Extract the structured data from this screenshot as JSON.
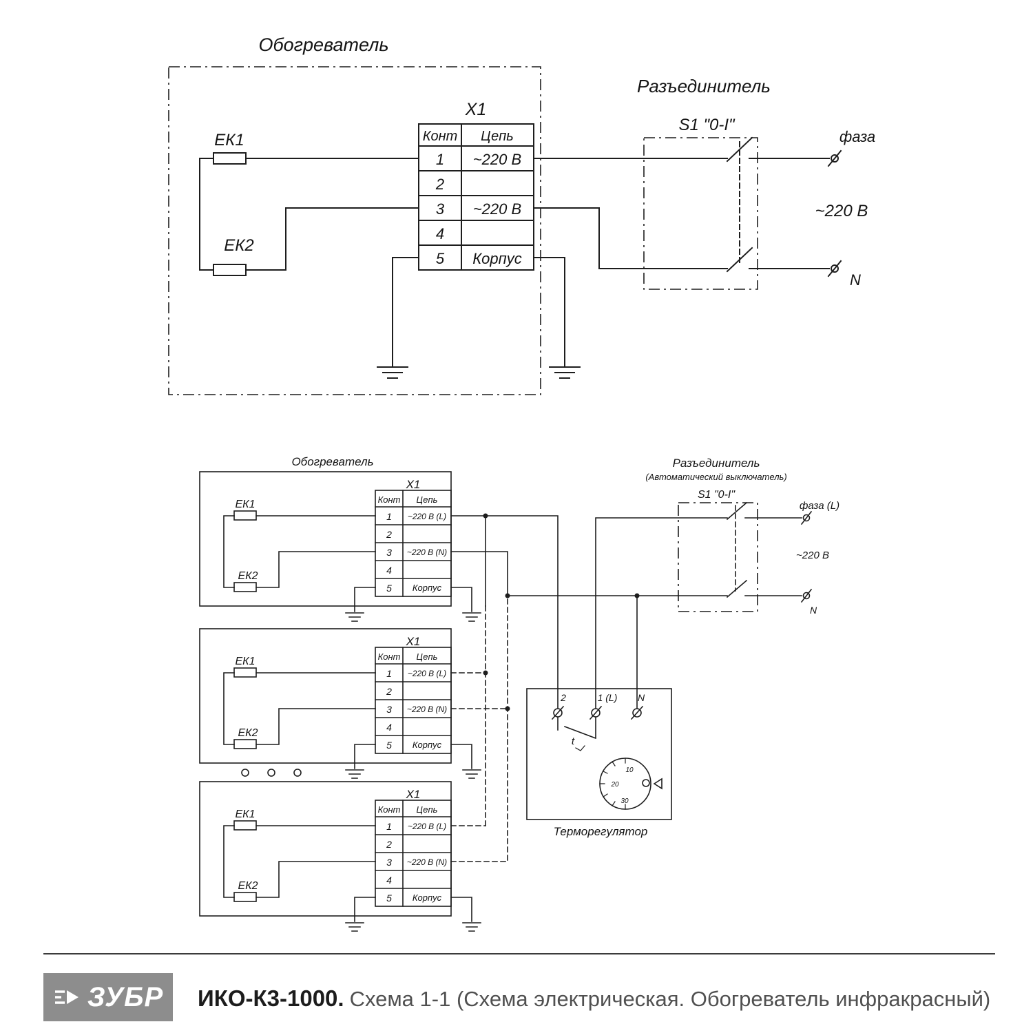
{
  "top": {
    "heater_title": "Обогреватель",
    "ek1_label": "ЕК1",
    "ek2_label": "ЕК2",
    "connector_label": "X1",
    "table": {
      "col_contact": "Конт",
      "col_circuit": "Цепь",
      "rows": [
        [
          "1",
          "~220 В"
        ],
        [
          "2",
          ""
        ],
        [
          "3",
          "~220 В"
        ],
        [
          "4",
          ""
        ],
        [
          "5",
          "Корпус"
        ]
      ]
    },
    "disconnector_title": "Разъединитель",
    "switch_label": "S1 \"0-I\"",
    "phase_label": "фаза",
    "voltage_label": "~220 В",
    "neutral_label": "N"
  },
  "bottom": {
    "heater_title": "Обогреватель",
    "ek1_label": "ЕК1",
    "ek2_label": "ЕК2",
    "connector_label": "X1",
    "table": {
      "col_contact": "Конт",
      "col_circuit": "Цепь",
      "rows": [
        [
          "1",
          "~220 В (L)"
        ],
        [
          "2",
          ""
        ],
        [
          "3",
          "~220 В (N)"
        ],
        [
          "4",
          ""
        ],
        [
          "5",
          "Корпус"
        ]
      ]
    },
    "disconnector_title": "Разъединитель",
    "disconnector_subtitle": "(Автоматический выключатель)",
    "switch_label": "S1 \"0-I\"",
    "phase_label": "фаза (L)",
    "voltage_label": "~220 В",
    "neutral_label": "N",
    "thermostat": {
      "title": "Терморегулятор",
      "terminal_2": "2",
      "terminal_1": "1 (L)",
      "terminal_n": "N",
      "contact_label": "t",
      "dial_marks": [
        "10",
        "20",
        "30"
      ]
    }
  },
  "footer": {
    "brand": "ЗУБР",
    "model": "ИКО-К3-1000.",
    "title": "Схема 1-1 (Схема электрическая. Обогреватель инфракрасный)"
  }
}
